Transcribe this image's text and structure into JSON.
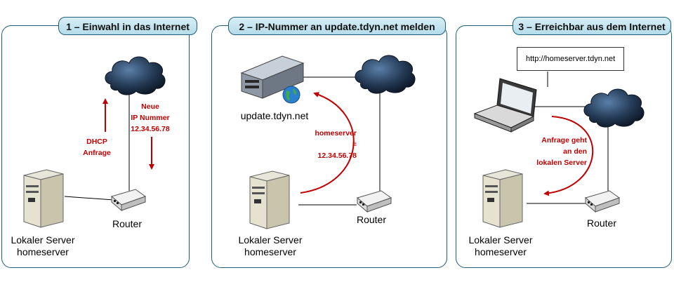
{
  "panels": [
    {
      "title": "1 – Einwahl in das Internet"
    },
    {
      "title": "2 – IP-Nummer an update.tdyn.net melden"
    },
    {
      "title": "3 – Erreichbar aus dem Internet"
    }
  ],
  "panel1": {
    "dhcp_line1": "DHCP",
    "dhcp_line2": "Anfrage",
    "neue_line1": "Neue",
    "neue_line2": "IP Nummer",
    "neue_line3": "12.34.56.78",
    "router": "Router",
    "server_line1": "Lokaler Server",
    "server_line2": "homeserver"
  },
  "panel2": {
    "update_server": "update.tdyn.net",
    "hs_line1": "homeserver",
    "hs_line2": "=",
    "hs_line3": "12.34.56.78",
    "router": "Router",
    "server_line1": "Lokaler Server",
    "server_line2": "homeserver"
  },
  "panel3": {
    "url": "http://homeserver.tdyn.net",
    "req_line1": "Anfrage geht",
    "req_line2": "an den",
    "req_line3": "lokalen Server",
    "router": "Router",
    "server_line1": "Lokaler Server",
    "server_line2": "homeserver"
  },
  "colors": {
    "border": "#1d5f7a",
    "arrow": "#c00000",
    "tab_fill": "#c6e5f0"
  }
}
